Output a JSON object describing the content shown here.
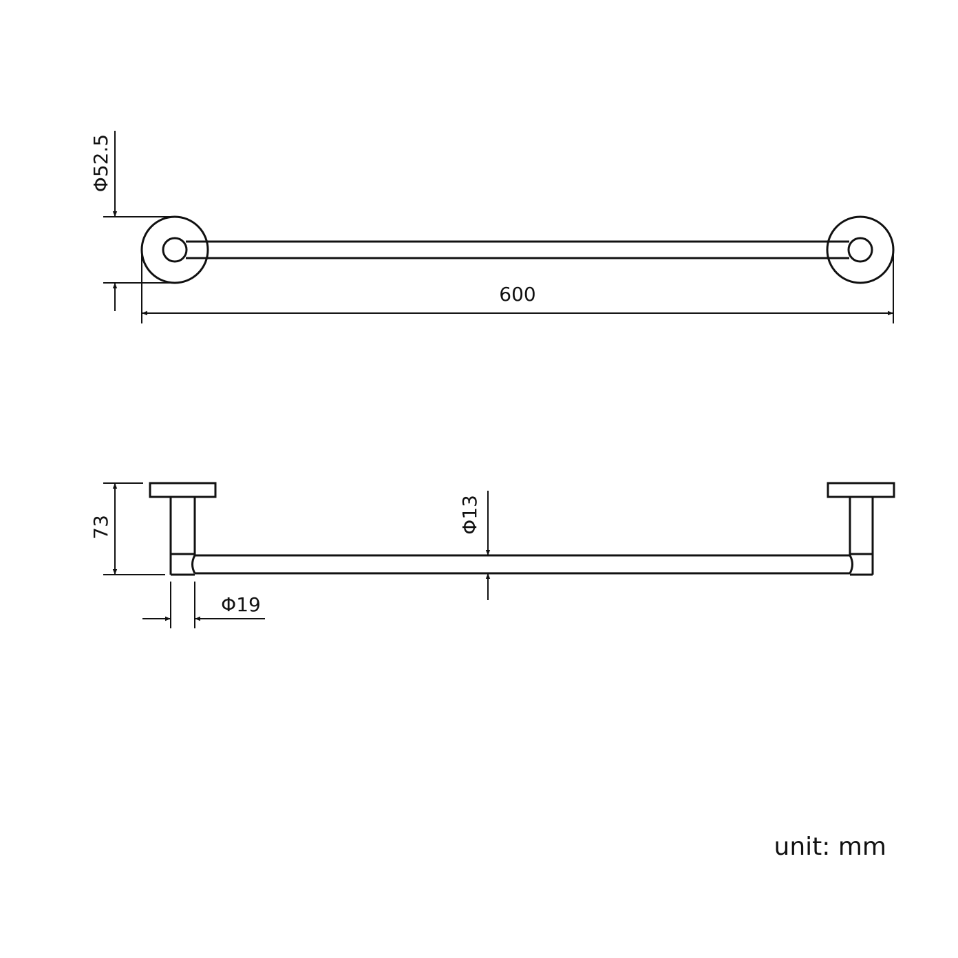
{
  "top_view": {
    "diameter_label": "Φ52.5",
    "length_label": "600"
  },
  "side_view": {
    "depth_label": "73",
    "bar_diameter_label": "Φ13",
    "post_diameter_label": "Φ19"
  },
  "unit_label": "unit: mm",
  "colors": {
    "line": "#111111",
    "background": "#ffffff"
  }
}
